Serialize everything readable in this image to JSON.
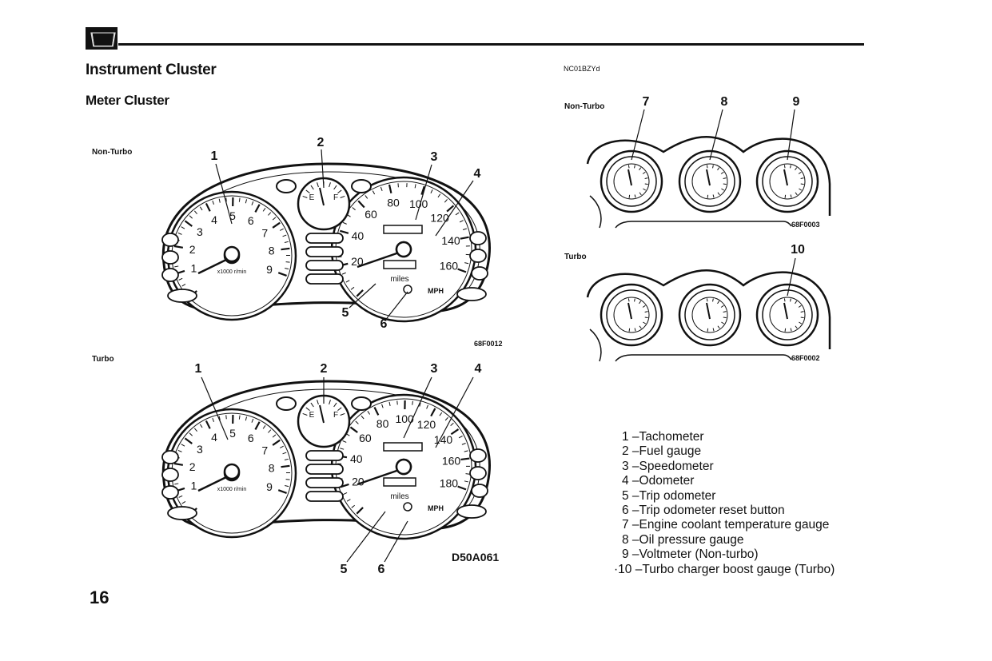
{
  "header": {
    "title": "Instrument Cluster",
    "subtitle": "Meter Cluster",
    "ref_code": "NC01BZYd"
  },
  "left_figures": {
    "non_turbo_label": "Non-Turbo",
    "turbo_label": "Turbo",
    "figure_code_1": "68F0012",
    "figure_code_2": "D50A061",
    "callouts": [
      "1",
      "2",
      "3",
      "4",
      "5",
      "6"
    ]
  },
  "right_figures": {
    "non_turbo_label": "Non-Turbo",
    "turbo_label": "Turbo",
    "figure_code_1": "68F0003",
    "figure_code_2": "68F0002",
    "callouts_non_turbo": [
      "7",
      "8",
      "9"
    ],
    "callout_turbo": "10"
  },
  "gauge_text": {
    "tach_numbers": [
      "1",
      "2",
      "3",
      "4",
      "5",
      "6",
      "7",
      "8",
      "9"
    ],
    "tach_unit": "x1000 r/min",
    "speed_numbers_non_turbo": [
      "20",
      "40",
      "60",
      "80",
      "100",
      "120",
      "140",
      "160"
    ],
    "speed_numbers_turbo": [
      "20",
      "40",
      "60",
      "80",
      "100",
      "120",
      "140",
      "160",
      "180"
    ],
    "miles": "miles",
    "mph": "MPH",
    "fuel_empty": "E",
    "fuel_full": "F"
  },
  "legend": [
    "1 –Tachometer",
    "2 –Fuel gauge",
    "3 –Speedometer",
    "4 –Odometer",
    "5 –Trip odometer",
    "6 –Trip odometer reset button",
    "7 –Engine coolant temperature gauge",
    "8 –Oil pressure gauge",
    "9 –Voltmeter (Non-turbo)",
    "·10 –Turbo charger boost gauge (Turbo)"
  ],
  "page_number": "16"
}
